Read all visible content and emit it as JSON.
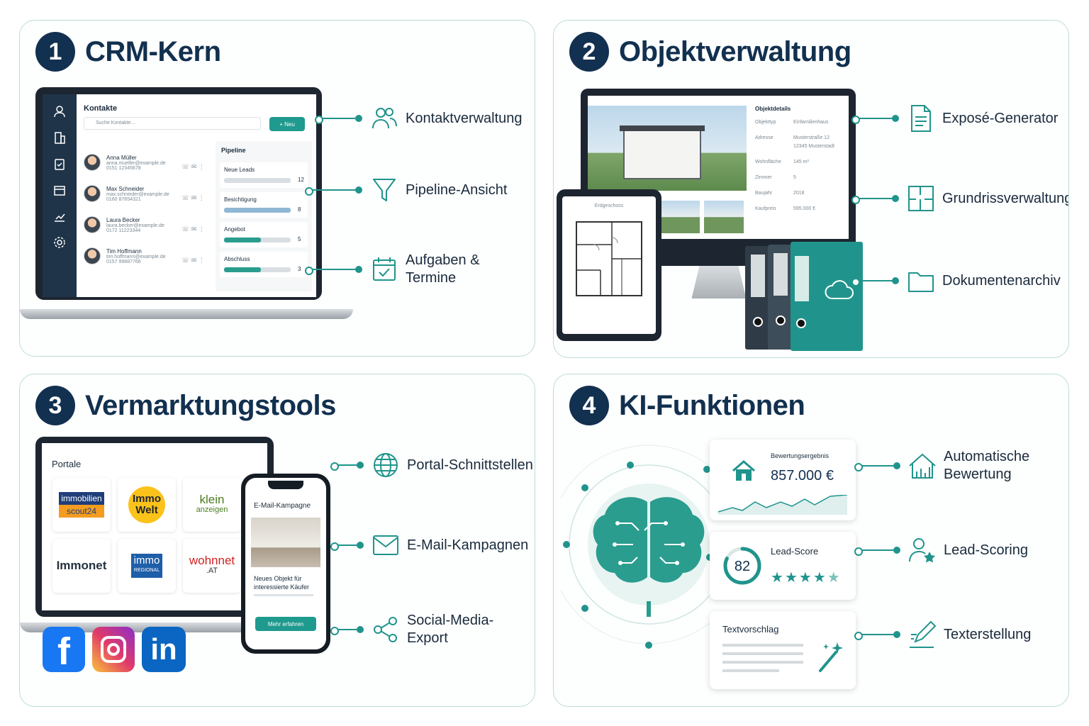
{
  "panels": [
    {
      "num": "1",
      "title": "CRM-Kern"
    },
    {
      "num": "2",
      "title": "Objektverwaltung"
    },
    {
      "num": "3",
      "title": "Vermarktungstools"
    },
    {
      "num": "4",
      "title": "KI-Funktionen"
    }
  ],
  "crm": {
    "title": "Kontakte",
    "search_placeholder": "Suche Kontakte...",
    "new_button": "+ Neu",
    "contacts": [
      {
        "name": "Anna Müller",
        "email": "anna.mueller@example.de",
        "phone": "0151 12345678"
      },
      {
        "name": "Max Schneider",
        "email": "max.schneider@example.de",
        "phone": "0160 87654321"
      },
      {
        "name": "Laura Becker",
        "email": "laura.becker@example.de",
        "phone": "0172 11223344"
      },
      {
        "name": "Tim Hoffmann",
        "email": "tim.hoffmann@example.de",
        "phone": "0157 99887766"
      }
    ],
    "pipeline_title": "Pipeline",
    "stages": [
      {
        "name": "Neue Leads",
        "count": "12",
        "fill": 0.0,
        "color": "#c8ced3"
      },
      {
        "name": "Besichtigung",
        "count": "8",
        "fill": 1.0,
        "color": "#8fb7d4"
      },
      {
        "name": "Angebot",
        "count": "5",
        "fill": 0.55,
        "color": "#2a9d8f"
      },
      {
        "name": "Abschluss",
        "count": "3",
        "fill": 0.55,
        "color": "#2a9d8f"
      }
    ],
    "features": [
      "Kontaktverwaltung",
      "Pipeline-Ansicht",
      "Aufgaben &",
      "Termine"
    ]
  },
  "objekt": {
    "details_title": "Objektdetails",
    "details": [
      {
        "label": "Objekttyp",
        "value": "Einfamilienhaus"
      },
      {
        "label": "Adresse",
        "value": "Musterstraße 12"
      },
      {
        "label": "",
        "value": "12345 Musterstadt"
      },
      {
        "label": "Wohnfläche",
        "value": "145 m²"
      },
      {
        "label": "Zimmer",
        "value": "5"
      },
      {
        "label": "Baujahr",
        "value": "2018"
      },
      {
        "label": "Kaufpreis",
        "value": "595.000 €"
      }
    ],
    "floorplan_title": "Erdgeschoss",
    "features": [
      "Exposé-Generator",
      "Grundrissverwaltung",
      "Dokumentenarchiv"
    ]
  },
  "vermarktung": {
    "portale_title": "Portale",
    "portals": [
      {
        "line1": "immobilien",
        "line2": "scout24"
      },
      {
        "line1": "Immo",
        "line2": "Welt"
      },
      {
        "line1": "klein",
        "line2": "anzeigen"
      },
      {
        "line1": "Immonet",
        "line2": ""
      },
      {
        "line1": "immo",
        "line2": "REGIONAL"
      },
      {
        "line1": "wohnnet",
        "line2": ".AT"
      }
    ],
    "phone_title": "E-Mail-Kampagne",
    "phone_text": "Neues Objekt für interessierte Käufer",
    "phone_button": "Mehr erfahren",
    "social": [
      "f",
      "in"
    ],
    "features": [
      "Portal-Schnittstellen",
      "E-Mail-Kampagnen",
      "Social-Media-Export"
    ]
  },
  "ki": {
    "valuation_title": "Bewertungsergebnis",
    "valuation_value": "857.000 €",
    "lead_title": "Lead-Score",
    "lead_score": "82",
    "lead_stars": 4.5,
    "text_title": "Textvorschlag",
    "features": [
      "Automatische",
      "Bewertung",
      "Lead-Scoring",
      "Texterstellung"
    ]
  },
  "colors": {
    "navy": "#12304f",
    "teal": "#20948c"
  }
}
